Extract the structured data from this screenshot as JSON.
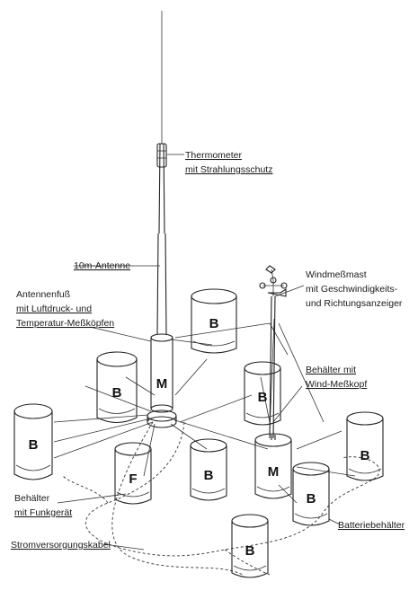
{
  "labels": {
    "thermometer_line1": "Thermometer",
    "thermometer_line2": "mit Strahlungsschutz",
    "antenna": "10m-Antenne",
    "antenna_foot_line1": "Antennenfuß",
    "antenna_foot_line2": "mit Luftdruck- und",
    "antenna_foot_line3": "Temperatur-Meßköpfen",
    "wind_mast_line1": "Windmeßmast",
    "wind_mast_line2": "mit Geschwindigkeits-",
    "wind_mast_line3": "und Richtungsanzeiger",
    "wind_container_line1": "Behälter mit",
    "wind_container_line2": "Wind-Meßkopf",
    "radio_container_line1": "Behälter",
    "radio_container_line2": "mit Funkgerät",
    "power_cable": "Stromversorgungskabel",
    "battery_container": "Batteriebehälter"
  },
  "container_letters": {
    "b_back": "B",
    "b_left_mid": "B",
    "b_right_mid": "B",
    "b_far_left": "B",
    "f_radio": "F",
    "b_center": "B",
    "m_wind": "M",
    "b_far_right": "B",
    "b_battery": "B",
    "b_bottom": "B",
    "m_antenna": "M"
  }
}
